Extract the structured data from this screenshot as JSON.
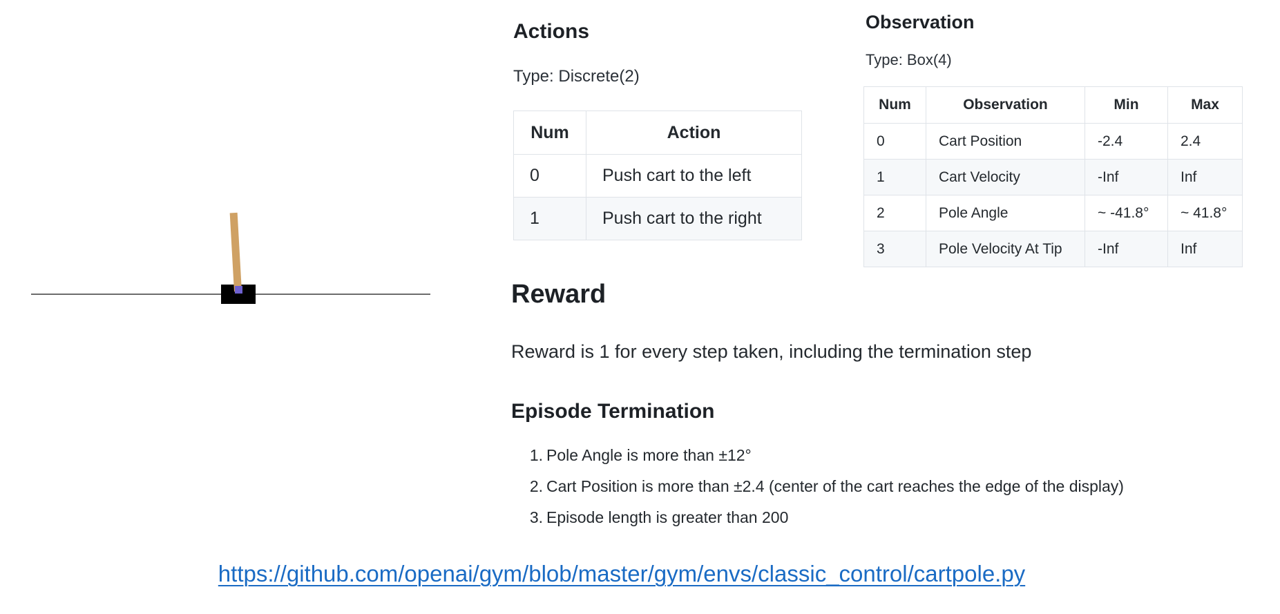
{
  "cartpole_figure": {
    "description": "CartPole environment render: black cart on horizontal track with tan pole",
    "colors": {
      "track": "#6b6b6b",
      "cart": "#000000",
      "pole": "#cfa164",
      "axle": "#6e61d0"
    }
  },
  "actions": {
    "heading": "Actions",
    "type_label": "Type: Discrete(2)",
    "table": {
      "headers": [
        "Num",
        "Action"
      ],
      "rows": [
        [
          "0",
          "Push cart to the left"
        ],
        [
          "1",
          "Push cart to the right"
        ]
      ]
    }
  },
  "observation": {
    "heading": "Observation",
    "type_label": "Type: Box(4)",
    "table": {
      "headers": [
        "Num",
        "Observation",
        "Min",
        "Max"
      ],
      "rows": [
        [
          "0",
          "Cart Position",
          "-2.4",
          "2.4"
        ],
        [
          "1",
          "Cart Velocity",
          "-Inf",
          "Inf"
        ],
        [
          "2",
          "Pole Angle",
          "~ -41.8°",
          "~ 41.8°"
        ],
        [
          "3",
          "Pole Velocity At Tip",
          "-Inf",
          "Inf"
        ]
      ]
    }
  },
  "reward": {
    "heading": "Reward",
    "text": "Reward is 1 for every step taken, including the termination step"
  },
  "episode_termination": {
    "heading": "Episode Termination",
    "items": [
      {
        "num": "1.",
        "text": "Pole Angle is more than ±12°"
      },
      {
        "num": "2.",
        "text": "Cart Position is more than ±2.4 (center of the cart reaches the edge of the display)"
      },
      {
        "num": "3.",
        "text": "Episode length is greater than 200"
      }
    ]
  },
  "source_link": {
    "text": "https://github.com/openai/gym/blob/master/gym/envs/classic_control/cartpole.py",
    "color": "#1a6bc4"
  },
  "theme": {
    "text_color": "#24292e",
    "table_border": "#dfe3e8",
    "table_alt_row": "#f6f8fa",
    "background": "#ffffff"
  }
}
